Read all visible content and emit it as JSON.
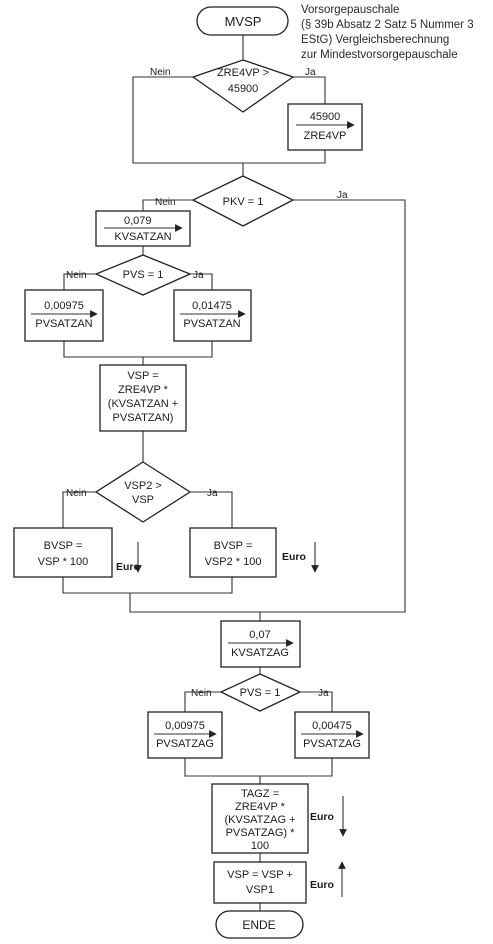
{
  "start": "MVSP",
  "note": [
    "Vorsorgepauschale",
    "(§ 39b Absatz 2 Satz 5 Nummer 3",
    "EStG) Vergleichsberechnung",
    "zur Mindestvorsorgepauschale"
  ],
  "branch": {
    "no": "Nein",
    "yes": "Ja"
  },
  "d_zre": [
    "ZRE4VP >",
    "45900"
  ],
  "a_zre": {
    "value": "45900",
    "target": "ZRE4VP"
  },
  "d_pkv": "PKV = 1",
  "a_kvan": {
    "value": "0,079",
    "target": "KVSATZAN"
  },
  "d_pvs1": "PVS = 1",
  "a_pvan_no": {
    "value": "0,00975",
    "target": "PVSATZAN"
  },
  "a_pvan_yes": {
    "value": "0,01475",
    "target": "PVSATZAN"
  },
  "c_vsp": [
    "VSP =",
    "ZRE4VP *",
    "(KVSATZAN +",
    "PVSATZAN)"
  ],
  "d_vsp2": [
    "VSP2 >",
    "VSP"
  ],
  "c_bvsp_no": [
    "BVSP =",
    "VSP * 100"
  ],
  "c_bvsp_yes": [
    "BVSP =",
    "VSP2 * 100"
  ],
  "euro": "Euro",
  "a_kvag": {
    "value": "0,07",
    "target": "KVSATZAG"
  },
  "d_pvs2": "PVS = 1",
  "a_pvag_no": {
    "value": "0,00975",
    "target": "PVSATZAG"
  },
  "a_pvag_yes": {
    "value": "0,00475",
    "target": "PVSATZAG"
  },
  "c_tagz": [
    "TAGZ =",
    "ZRE4VP *",
    "(KVSATZAG +",
    "PVSATZAG) *",
    "100"
  ],
  "c_vspsum": [
    "VSP = VSP +",
    "VSP1"
  ],
  "end": "ENDE"
}
